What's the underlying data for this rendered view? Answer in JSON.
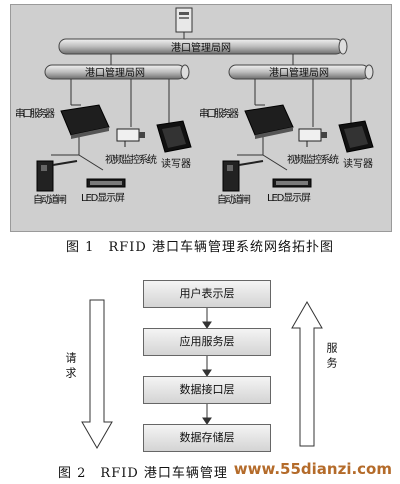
{
  "figure1": {
    "top_network": "港口管理局网",
    "sub_networks": [
      "港口管理局网",
      "港口管理局网"
    ],
    "devices": {
      "serial_server": "串口服务器",
      "video": "视频监控系统",
      "reader": "读写器",
      "gate": "自动道闸",
      "led": "LED显示屏"
    },
    "caption": "图 1　RFID 港口车辆管理系统网络拓扑图"
  },
  "figure2": {
    "layers": [
      "用户表示层",
      "应用服务层",
      "数据接口层",
      "数据存储层"
    ],
    "left_arrow_label": "请求",
    "right_arrow_label": "服务",
    "caption": "图 2　RFID 港口车辆管理"
  },
  "watermark": "www.55dianzi.com"
}
